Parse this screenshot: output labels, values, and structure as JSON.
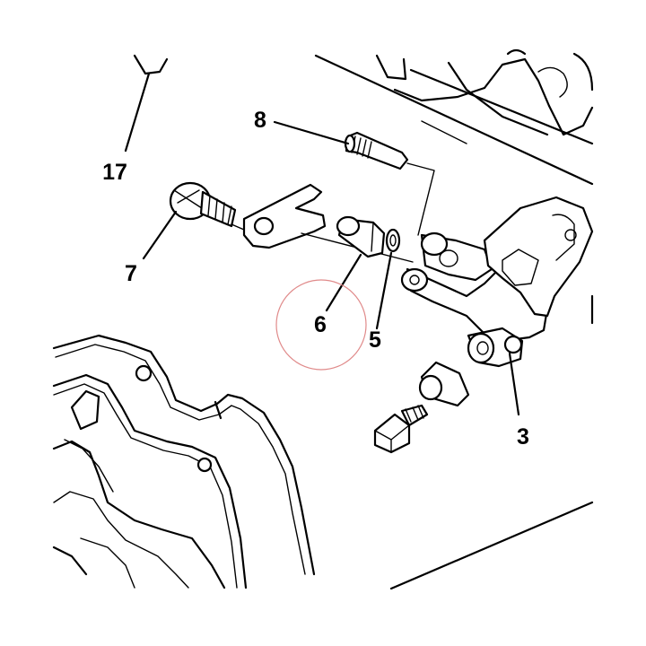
{
  "diagram": {
    "callouts": [
      {
        "id": "c17",
        "label": "17"
      },
      {
        "id": "c8",
        "label": "8"
      },
      {
        "id": "c7",
        "label": "7"
      },
      {
        "id": "c6",
        "label": "6"
      },
      {
        "id": "c5",
        "label": "5"
      },
      {
        "id": "c3",
        "label": "3"
      }
    ],
    "colors": {
      "line": "#000000",
      "background": "#ffffff",
      "highlight_circle": "#e08a8a"
    }
  }
}
